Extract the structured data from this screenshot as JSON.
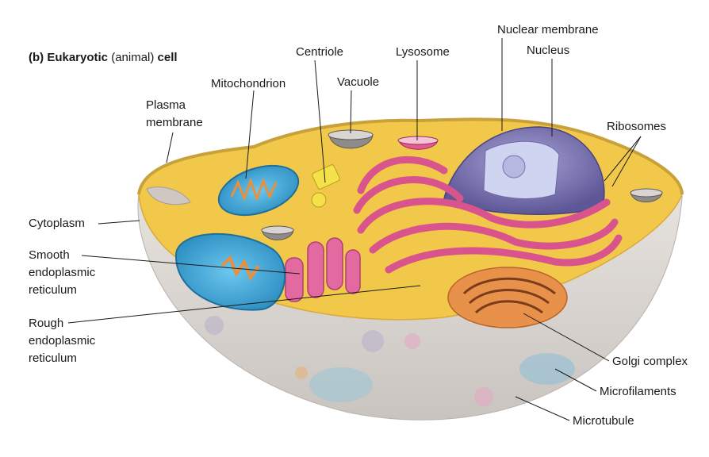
{
  "title": {
    "prefix": "(b) Eukaryotic",
    "middle": " (animal) ",
    "suffix": "cell"
  },
  "labels": {
    "nuclear_membrane": "Nuclear membrane",
    "nucleus": "Nucleus",
    "centriole": "Centriole",
    "lysosome": "Lysosome",
    "mitochondrion": "Mitochondrion",
    "vacuole": "Vacuole",
    "plasma_membrane_1": "Plasma",
    "plasma_membrane_2": "membrane",
    "ribosomes": "Ribosomes",
    "cytoplasm": "Cytoplasm",
    "smooth_er_1": "Smooth",
    "smooth_er_2": "endoplasmic",
    "smooth_er_3": "reticulum",
    "rough_er_1": "Rough",
    "rough_er_2": "endoplasmic",
    "rough_er_3": "reticulum",
    "golgi": "Golgi complex",
    "microfilaments": "Microfilaments",
    "microtubule": "Microtubule"
  },
  "colors": {
    "cytoplasm": "#f2c84b",
    "membrane_wall": "#d9d4cf",
    "er": "#d9548c",
    "mitochondrion": "#3aa6d8",
    "nucleus": "#7b74b8",
    "golgi": "#e8914a"
  }
}
